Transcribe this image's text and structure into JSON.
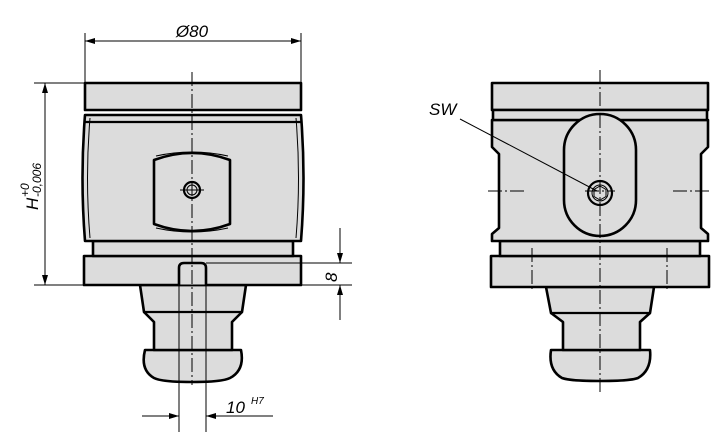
{
  "labels": {
    "diameter": "Ø80",
    "height_symbol": "H",
    "height_upper_tol": "+0",
    "height_lower_tol": "-0,006",
    "flange_dim": "8",
    "slot_dim": "10",
    "slot_tol": "H7",
    "wrench_size": "SW"
  },
  "colors": {
    "part_fill": "#dcdcdc",
    "line": "#000000"
  }
}
